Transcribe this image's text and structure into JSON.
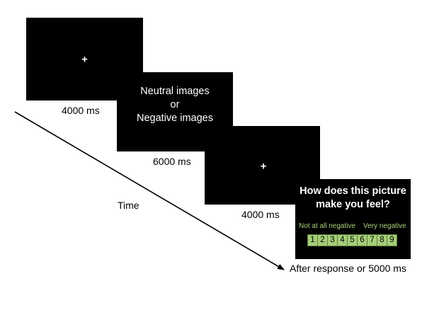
{
  "screens": [
    {
      "fixation": "+",
      "duration": "4000 ms"
    },
    {
      "lines": [
        "Neutral images",
        "or",
        "Negative images"
      ],
      "duration": "6000 ms"
    },
    {
      "fixation": "+",
      "duration": "4000 ms"
    },
    {
      "question_lines": [
        "How does this picture",
        "make you feel?"
      ],
      "scale_low_label": "Not at all negative",
      "scale_high_label": "Very negative",
      "scale_values": [
        "1",
        "2",
        "3",
        "4",
        "5",
        "6",
        "7",
        "8",
        "9"
      ],
      "duration": "After response or 5000 ms"
    }
  ],
  "time_label": "Time",
  "colors": {
    "screen_background": "#000000",
    "scale_fill": "#a5cd78",
    "scale_label": "#a9d07a"
  }
}
